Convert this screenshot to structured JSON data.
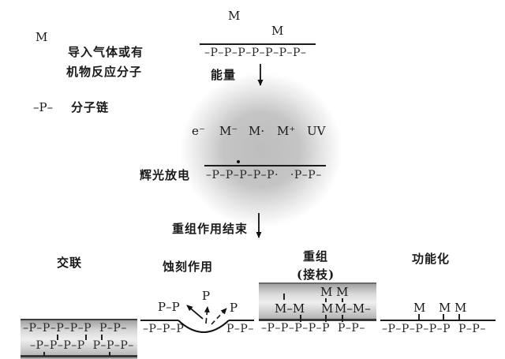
{
  "diagram": {
    "legend": {
      "m_symbol": "M",
      "m_desc_line1": "导入气体或有",
      "m_desc_line2": "机物反应分子",
      "p_symbol": "–P–",
      "p_desc": "分子链"
    },
    "top": {
      "free_molecule_1": "M",
      "free_molecule_2": "M",
      "chain": "–P–P–P–P–P–P–P–",
      "energy_label": "能量"
    },
    "plasma": {
      "species": [
        "e⁻",
        "M⁻",
        "M·",
        "M⁺",
        "UV"
      ],
      "glow_label": "辉光放电",
      "chain": "–P–P–P–P–P·   ·P–P–"
    },
    "transition_label": "重组作用结束",
    "crosslink": {
      "title": "交联",
      "chain_top": "–P–P–P–P–P  P–P–",
      "chain_bottom": "–P–P–P–P  P–P–P–"
    },
    "etching": {
      "title": "蚀刻作用",
      "ejected_pp": "P–P",
      "ejected_p_mid": "P",
      "ejected_p_right": "P",
      "chain_left": "–P–P–P",
      "chain_right": "P–P–"
    },
    "grafting": {
      "title": "重组",
      "subtitle": "(接枝)",
      "top_mm": "M M",
      "mm_left": "M–M",
      "m_mid": "M",
      "mm_right": "M–M–",
      "chain": "–P–P–P–P–P  P–P–"
    },
    "functional": {
      "title": "功能化",
      "m1": "M",
      "m2": "M",
      "m3": "M",
      "chain": "–P–P–P–P–P  P–P–"
    }
  },
  "colors": {
    "ink": "#1a1a1a",
    "blob_gray": "#b2b2b2",
    "box_gradient_light": "#efefef",
    "box_gradient_dark": "#989898"
  }
}
